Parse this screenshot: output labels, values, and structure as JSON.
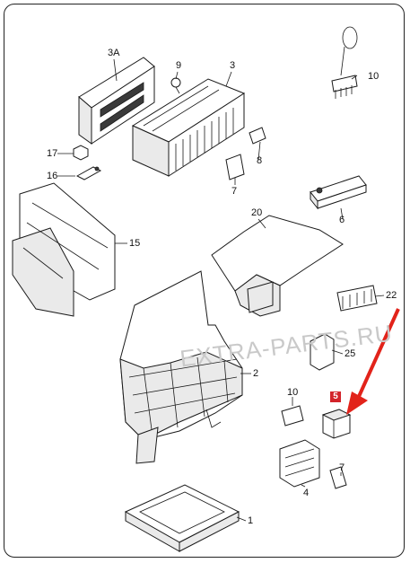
{
  "diagram": {
    "watermark": "EXTRA-PARTS.RU",
    "highlight_color": "#d3232a",
    "arrow_color": "#e2231a",
    "part_labels": [
      "1",
      "2",
      "3",
      "3A",
      "4",
      "5",
      "6",
      "7",
      "7",
      "8",
      "9",
      "10",
      "10",
      "15",
      "16",
      "17",
      "20",
      "22",
      "25"
    ],
    "highlighted_part": "5"
  }
}
